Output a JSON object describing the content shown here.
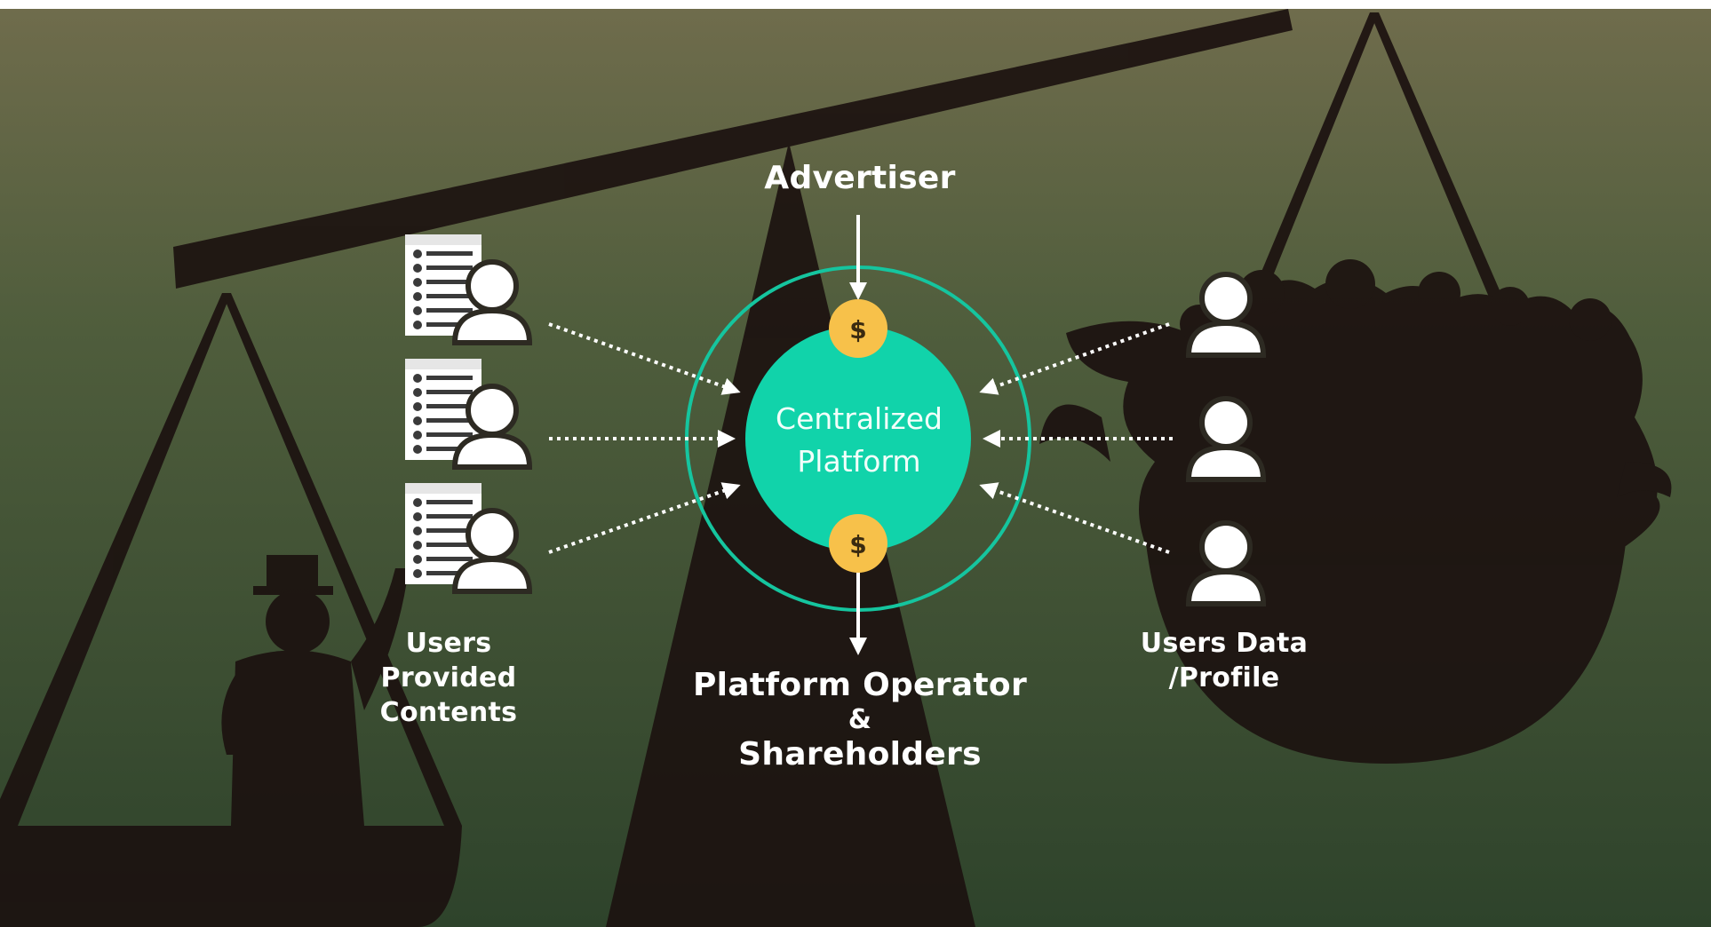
{
  "diagram": {
    "center": {
      "line1": "Centralized",
      "line2": "Platform"
    },
    "top_label": "Advertiser",
    "bottom_label": {
      "line1": "Platform Operator",
      "line2": "&",
      "line3": "Shareholders"
    },
    "left_label": {
      "line1": "Users",
      "line2": "Provided",
      "line3": "Contents"
    },
    "right_label": {
      "line1": "Users Data",
      "line2": "/Profile"
    },
    "coin_symbol": "$",
    "icons": {
      "left": "document-with-user-icon",
      "right": "user-icon",
      "coin": "dollar-coin-icon"
    }
  },
  "colors": {
    "accent_teal": "#11d3aa",
    "ring": "#15c59f",
    "coin": "#f7c14a",
    "arrow": "#ffffff",
    "background_top": "#6f6c4c",
    "background_bottom": "#2e432b"
  }
}
